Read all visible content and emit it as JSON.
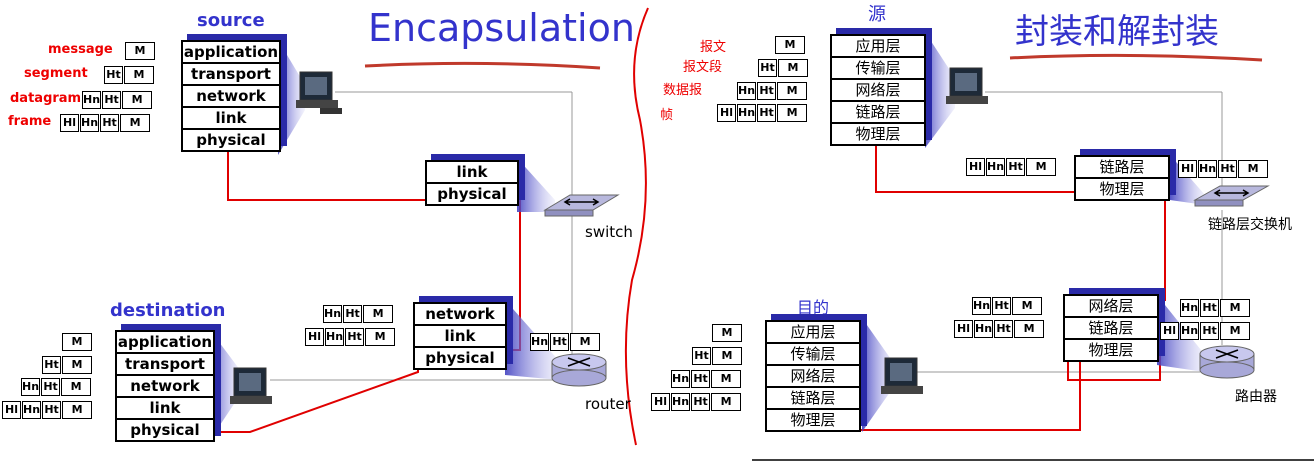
{
  "left": {
    "title": "Encapsulation",
    "source_label": "source",
    "destination_label": "destination",
    "switch_label": "switch",
    "router_label": "router",
    "pdu_labels": [
      "message",
      "segment",
      "datagram",
      "frame"
    ],
    "source_stack": [
      "application",
      "transport",
      "network",
      "link",
      "physical"
    ],
    "switch_stack": [
      "link",
      "physical"
    ],
    "router_stack": [
      "network",
      "link",
      "physical"
    ],
    "dest_stack": [
      "application",
      "transport",
      "network",
      "link",
      "physical"
    ]
  },
  "right": {
    "title": "封装和解封装",
    "source_label": "源",
    "dest_label": "目的",
    "switch_label": "链路层交换机",
    "router_label": "路由器",
    "pdu_labels": [
      "报文",
      "报文段",
      "数据报",
      "帧"
    ],
    "source_stack": [
      "应用层",
      "传输层",
      "网络层",
      "链路层",
      "物理层"
    ],
    "switch_stack": [
      "链路层",
      "物理层"
    ],
    "router_stack": [
      "网络层",
      "链路层",
      "物理层"
    ],
    "dest_stack": [
      "应用层",
      "传输层",
      "网络层",
      "链路层",
      "物理层"
    ]
  },
  "headers": {
    "M": "M",
    "Ht": "Ht",
    "Hn": "Hn",
    "Hl": "Hl"
  },
  "colors": {
    "path": "#e00000",
    "stack_shadow": "#2a2aa8",
    "title": "#3333cc"
  }
}
